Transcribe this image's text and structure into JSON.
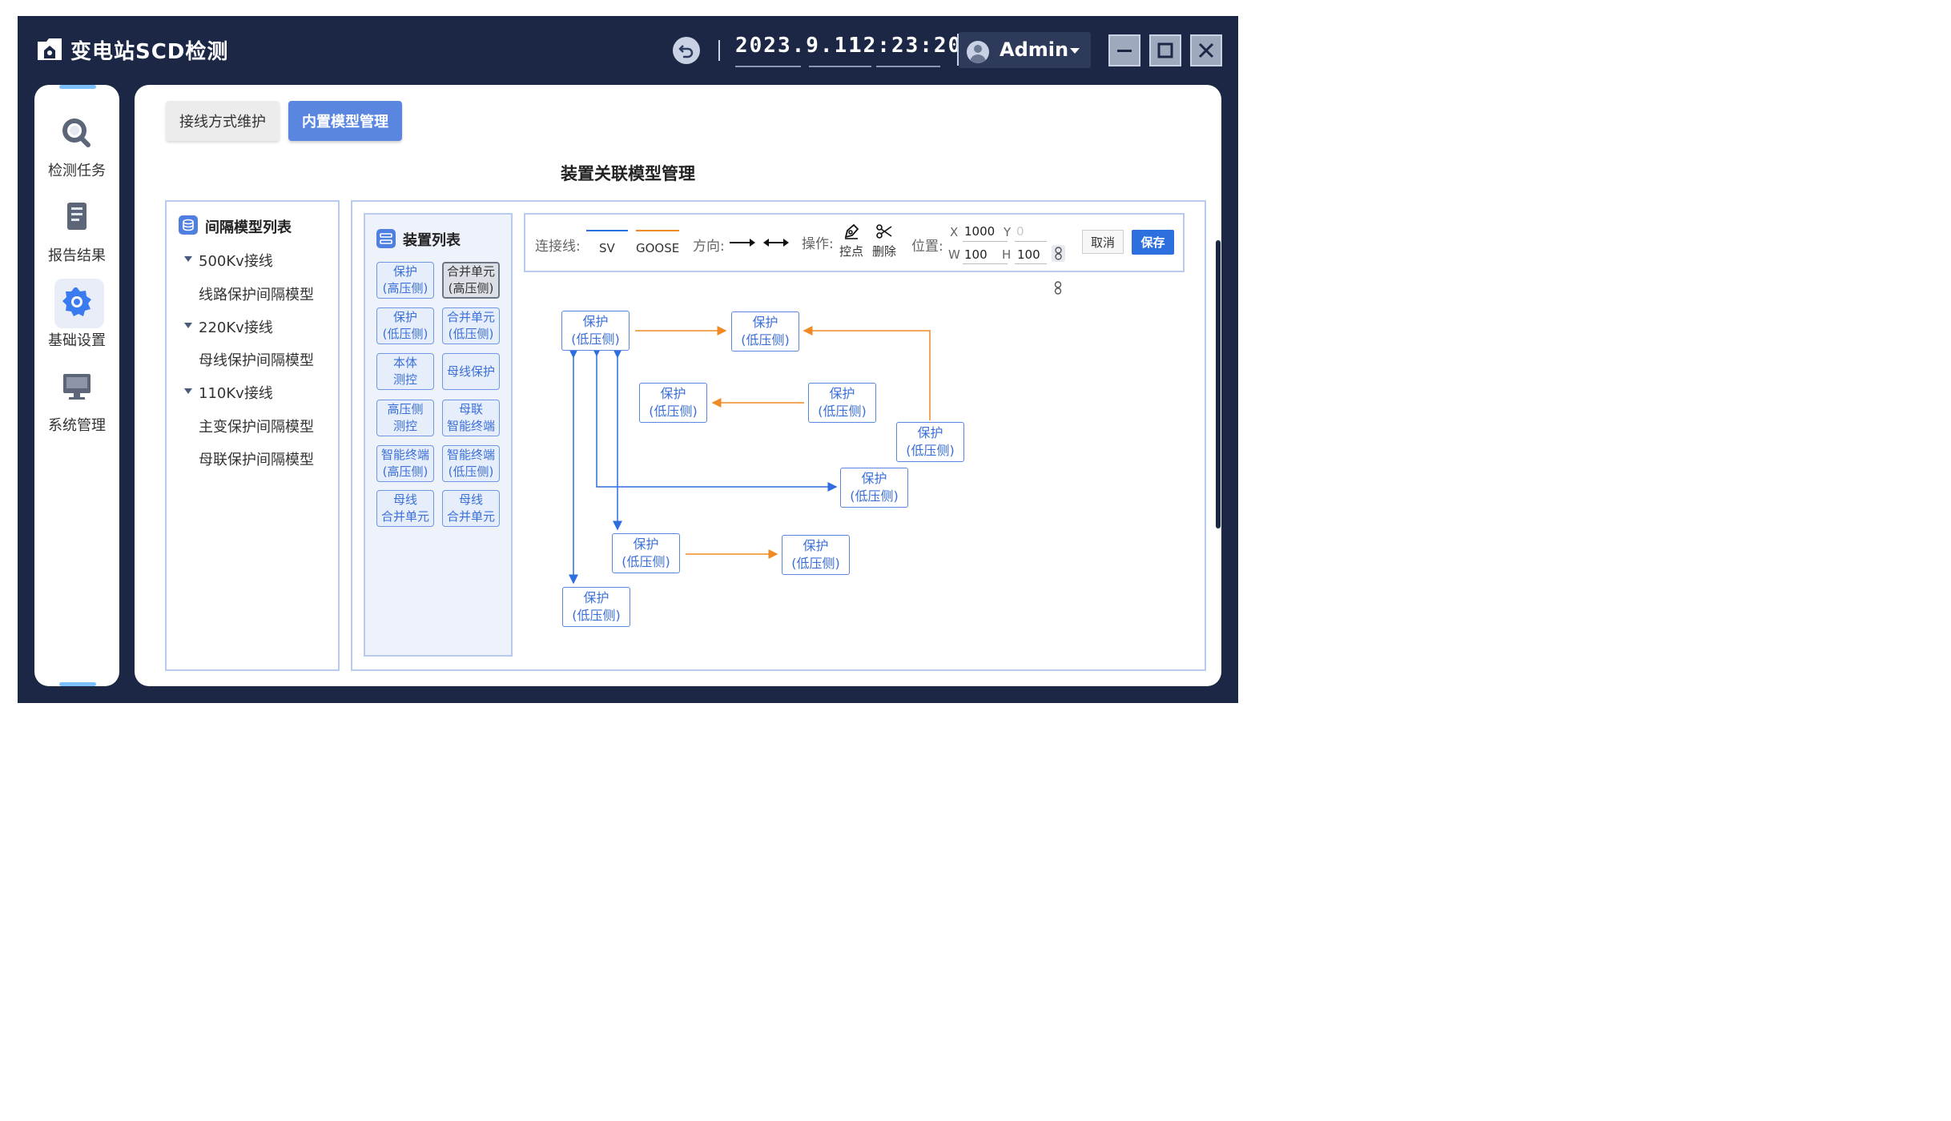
{
  "app": {
    "title": "变电站SCD检测"
  },
  "header": {
    "date": "2023.9.11",
    "time": "12:23:20",
    "user": "Admin"
  },
  "sidebar": {
    "items": [
      {
        "label": "检测任务",
        "icon": "search-icon"
      },
      {
        "label": "报告结果",
        "icon": "report-icon"
      },
      {
        "label": "基础设置",
        "icon": "gear-icon",
        "active": true
      },
      {
        "label": "系统管理",
        "icon": "monitor-icon"
      }
    ]
  },
  "tabs": [
    {
      "label": "接线方式维护",
      "active": false
    },
    {
      "label": "内置模型管理",
      "active": true
    }
  ],
  "page": {
    "title": "装置关联模型管理"
  },
  "tree": {
    "title": "间隔模型列表",
    "groups": [
      {
        "label": "500Kv接线",
        "children": [
          "线路保护间隔模型"
        ]
      },
      {
        "label": "220Kv接线",
        "children": [
          "母线保护间隔模型"
        ]
      },
      {
        "label": "110Kv接线",
        "children": [
          "主变保护间隔模型",
          "母联保护间隔模型"
        ]
      }
    ]
  },
  "devices": {
    "title": "装置列表",
    "items": [
      {
        "line1": "保护",
        "line2": "(高压侧)",
        "selected": false
      },
      {
        "line1": "合并单元",
        "line2": "(高压侧)",
        "selected": true
      },
      {
        "line1": "保护",
        "line2": "(低压侧)",
        "selected": false
      },
      {
        "line1": "合并单元",
        "line2": "(低压侧)",
        "selected": false
      },
      {
        "line1": "本体",
        "line2": "测控",
        "selected": false
      },
      {
        "line1": "母线保护",
        "line2": "",
        "selected": false
      },
      {
        "line1": "高压侧",
        "line2": "测控",
        "selected": false
      },
      {
        "line1": "母联",
        "line2": "智能终端",
        "selected": false
      },
      {
        "line1": "智能终端",
        "line2": "(高压侧)",
        "selected": false
      },
      {
        "line1": "智能终端",
        "line2": "(低压侧)",
        "selected": false
      },
      {
        "line1": "母线",
        "line2": "合并单元",
        "selected": false
      },
      {
        "line1": "母线",
        "line2": "合并单元",
        "selected": false
      }
    ]
  },
  "toolbar": {
    "line_label": "连接线:",
    "sv_label": "SV",
    "goose_label": "GOOSE",
    "direction_label": "方向:",
    "operation_label": "操作:",
    "ctrl_point_label": "控点",
    "delete_label": "删除",
    "position_label": "位置:",
    "x_label": "X",
    "x_value": "1000",
    "y_label": "Y",
    "y_placeholder": "0",
    "w_label": "W",
    "w_value": "100",
    "h_label": "H",
    "h_value": "100",
    "cancel_label": "取消",
    "save_label": "保存",
    "colors": {
      "sv": "#2e6fe0",
      "goose": "#f08a24"
    }
  },
  "diagram": {
    "nodes": [
      {
        "line1": "保护",
        "line2": "(低压侧)"
      },
      {
        "line1": "保护",
        "line2": "(低压侧)"
      },
      {
        "line1": "保护",
        "line2": "(低压侧)"
      },
      {
        "line1": "保护",
        "line2": "(低压侧)"
      },
      {
        "line1": "保护",
        "line2": "(低压侧)"
      },
      {
        "line1": "保护",
        "line2": "(低压侧)"
      },
      {
        "line1": "保护",
        "line2": "(低压侧)"
      },
      {
        "line1": "保护",
        "line2": "(低压侧)"
      },
      {
        "line1": "保护",
        "line2": "(低压侧)"
      }
    ]
  }
}
